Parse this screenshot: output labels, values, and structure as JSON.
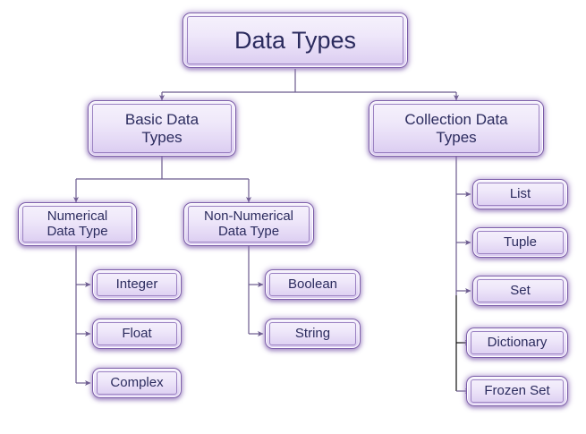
{
  "diagram": {
    "title": "Data Types",
    "type": "hierarchy-tree",
    "background_color": "#ffffff",
    "node_fill_top": "#f6f2fc",
    "node_fill_bottom": "#d9caf0",
    "node_border_color": "#7a5ba8",
    "node_text_color": "#2b2b5e",
    "connector_color": "#6b5b8e",
    "connector_color_alt": "#111111"
  },
  "nodes": {
    "root": {
      "label": "Data Types"
    },
    "basic": {
      "label": "Basic Data\nTypes"
    },
    "collection": {
      "label": "Collection Data\nTypes"
    },
    "numerical": {
      "label": "Numerical\nData Type"
    },
    "non_numerical": {
      "label": "Non-Numerical\nData Type"
    },
    "integer": {
      "label": "Integer"
    },
    "float": {
      "label": "Float"
    },
    "complex": {
      "label": "Complex"
    },
    "boolean": {
      "label": "Boolean"
    },
    "string": {
      "label": "String"
    },
    "list": {
      "label": "List"
    },
    "tuple": {
      "label": "Tuple"
    },
    "set": {
      "label": "Set"
    },
    "dictionary": {
      "label": "Dictionary"
    },
    "frozen_set": {
      "label": "Frozen Set"
    }
  }
}
